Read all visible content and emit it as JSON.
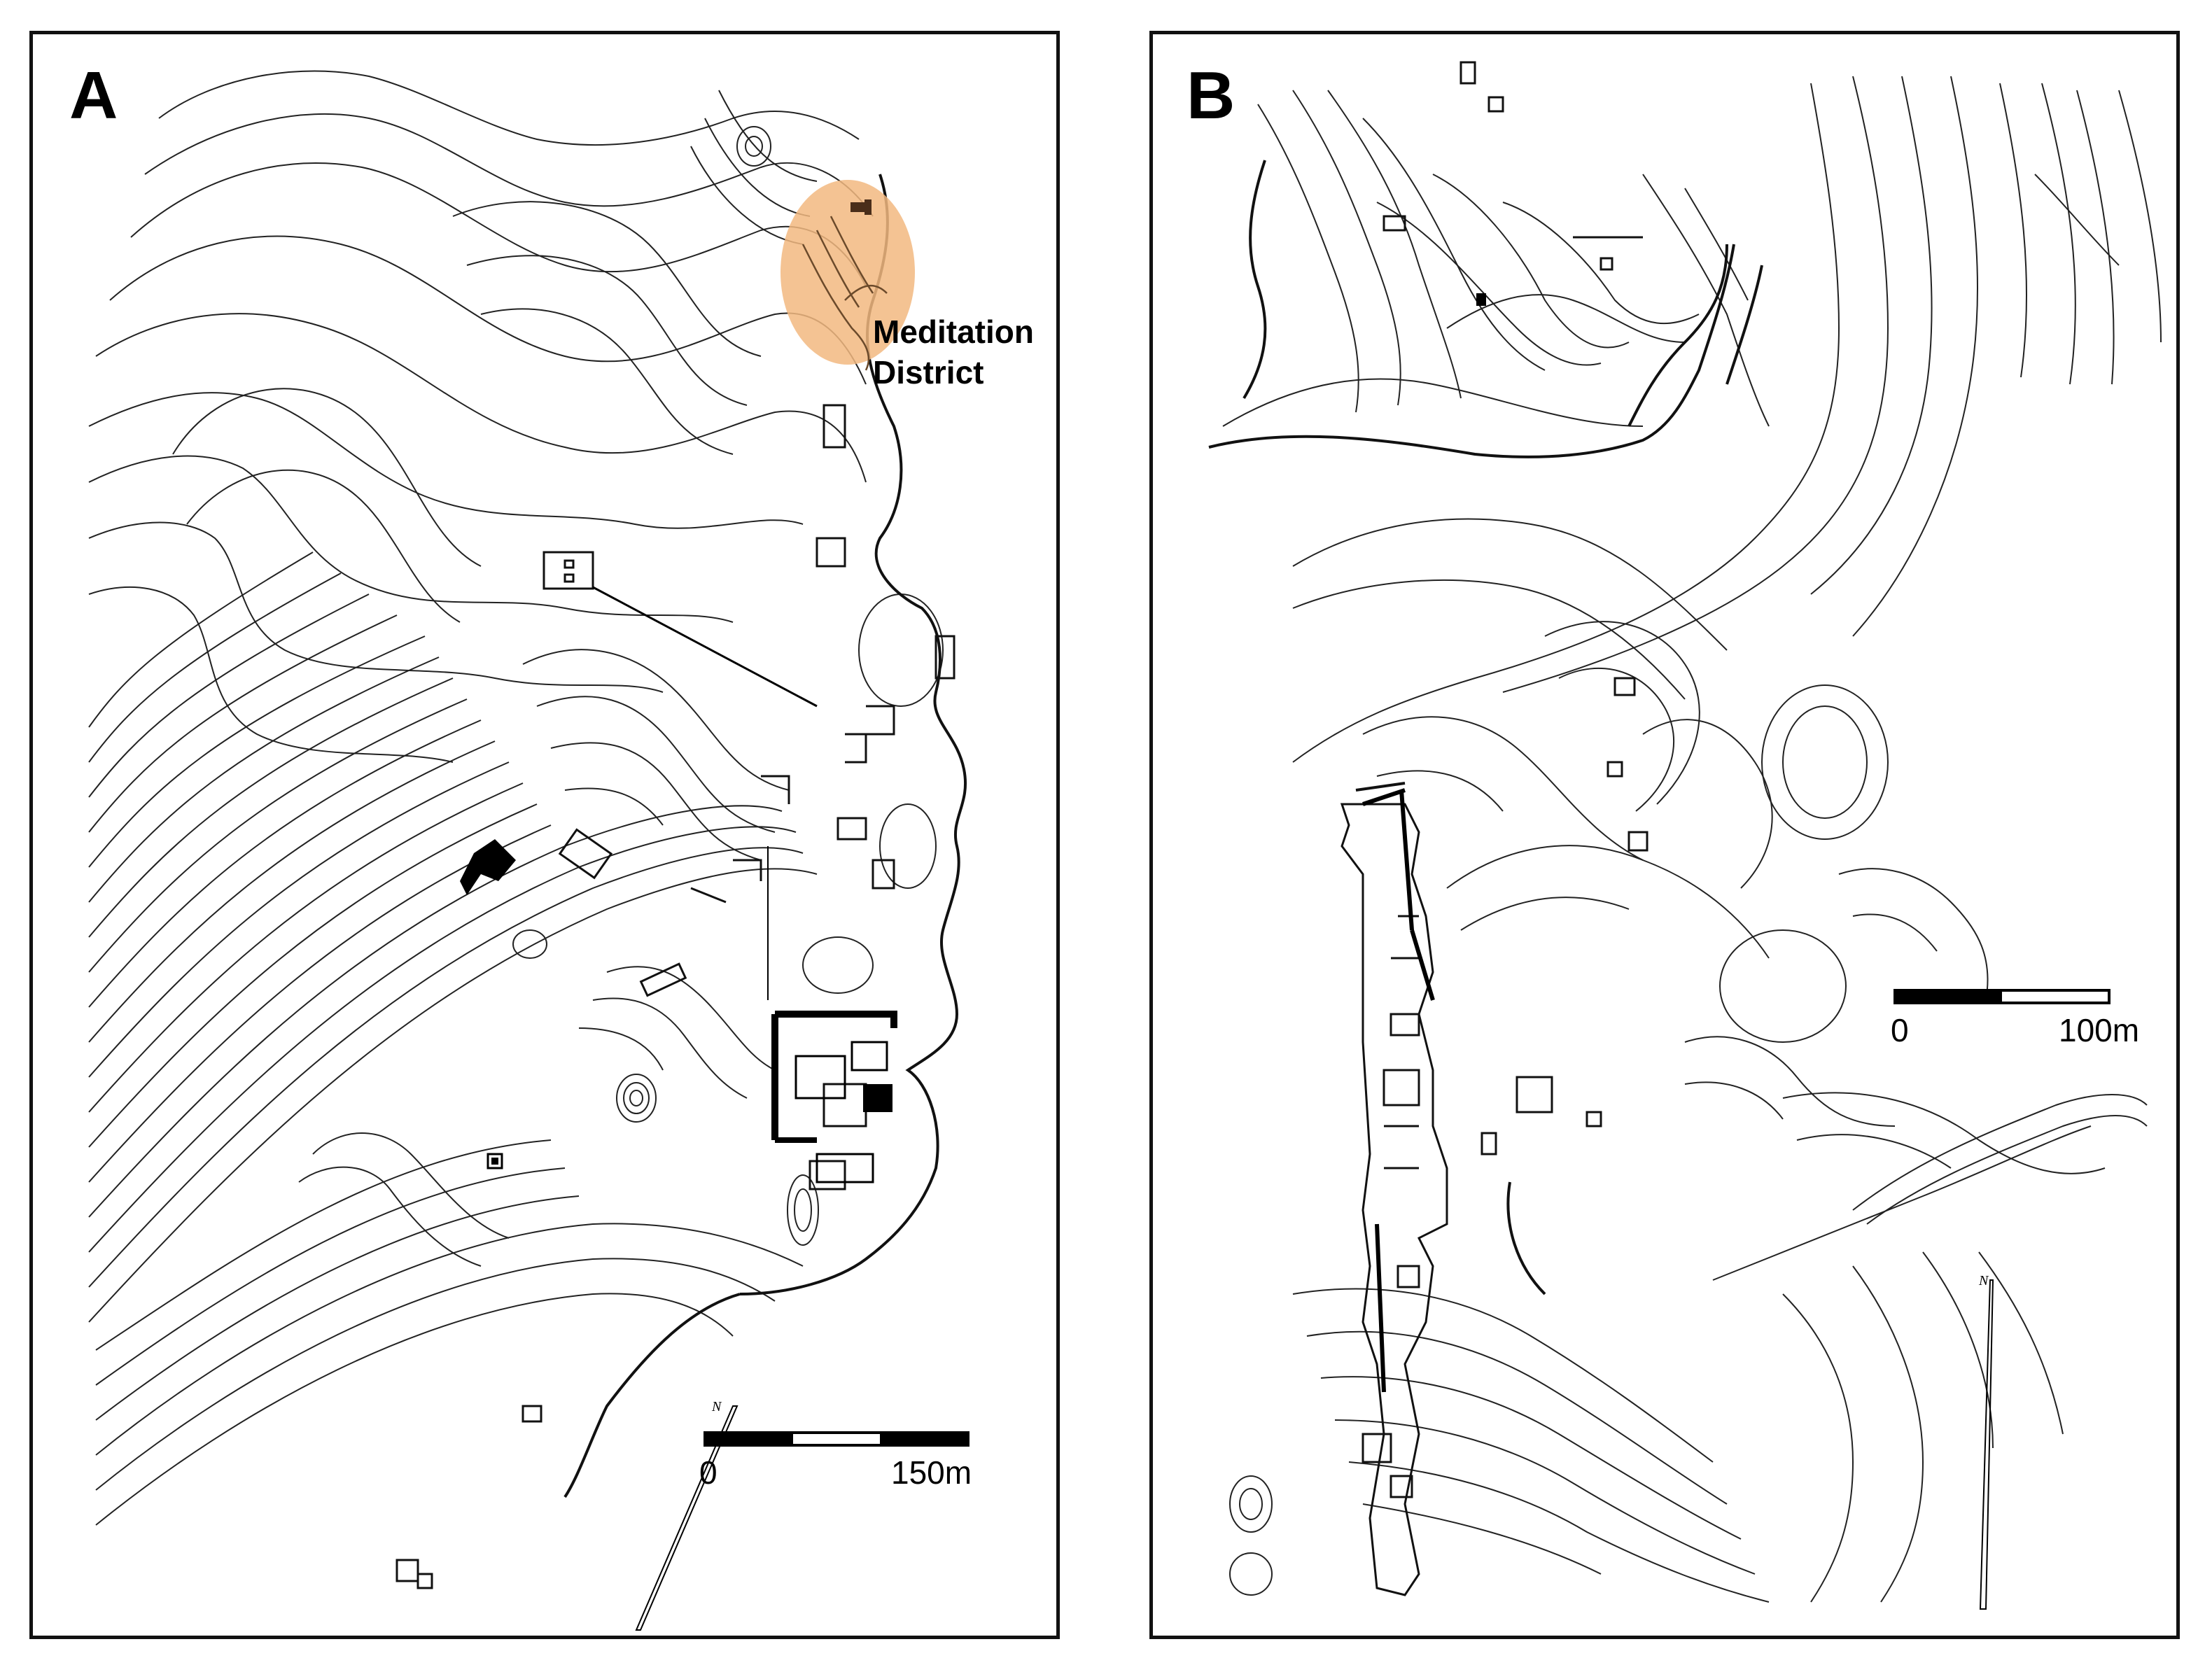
{
  "panels": [
    {
      "label": "A",
      "annotation": "Meditation District",
      "annotation_lines": [
        "Meditation",
        "District"
      ],
      "highlight_color": "#f2b880",
      "scale": {
        "start": "0",
        "end": "150m"
      },
      "north_label": "N"
    },
    {
      "label": "B",
      "scale": {
        "start": "0",
        "end": "100m"
      },
      "north_label": "N"
    }
  ],
  "colors": {
    "ink": "#111111",
    "background": "#ffffff",
    "highlight": "#f2b880"
  }
}
